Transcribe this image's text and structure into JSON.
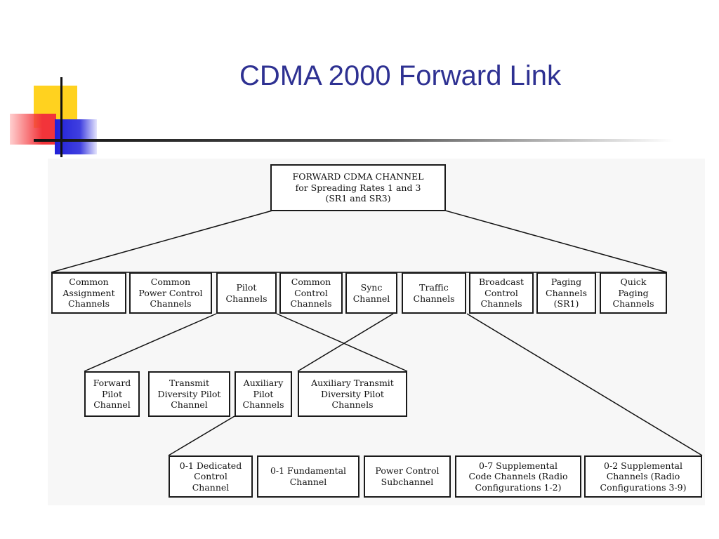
{
  "slide": {
    "title": "CDMA 2000 Forward Link"
  },
  "diagram": {
    "root": "FORWARD CDMA CHANNEL\nfor Spreading Rates 1 and 3\n(SR1 and SR3)",
    "level1": [
      "Common\nAssignment\nChannels",
      "Common\nPower Control\nChannels",
      "Pilot\nChannels",
      "Common\nControl\nChannels",
      "Sync\nChannel",
      "Traffic\nChannels",
      "Broadcast\nControl\nChannels",
      "Paging\nChannels\n(SR1)",
      "Quick\nPaging\nChannels"
    ],
    "level2": [
      "Forward\nPilot\nChannel",
      "Transmit\nDiversity Pilot\nChannel",
      "Auxiliary\nPilot\nChannels",
      "Auxiliary Transmit\nDiversity Pilot\nChannels"
    ],
    "level3": [
      "0-1 Dedicated\nControl\nChannel",
      "0-1 Fundamental\nChannel",
      "Power Control\nSubchannel",
      "0-7 Supplemental\nCode Channels (Radio\nConfigurations 1-2)",
      "0-2 Supplemental\nChannels (Radio\nConfigurations 3-9)"
    ]
  }
}
